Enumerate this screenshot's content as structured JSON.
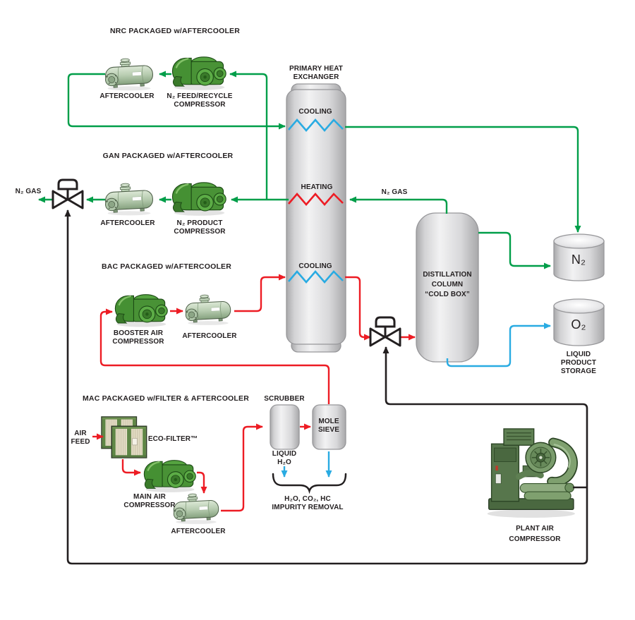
{
  "colors": {
    "line_green": "#009E49",
    "line_red": "#ED1C24",
    "line_blue": "#29ABE2",
    "line_black": "#231F20",
    "vessel_light": "#F2F2F3",
    "vessel_dark": "#A8A8AA",
    "machine_green": "#499236",
    "aftercooler_sage": "#AFC6A9"
  },
  "sections": {
    "nrc": {
      "title": "NRC PACKAGED w/AFTERCOOLER",
      "aftercooler": "AFTERCOOLER",
      "compressor": "N₂ FEED/RECYCLE\nCOMPRESSOR"
    },
    "gan": {
      "title": "GAN PACKAGED w/AFTERCOOLER",
      "aftercooler": "AFTERCOOLER",
      "compressor": "N₂ PRODUCT\nCOMPRESSOR",
      "n2_gas_out": "N₂ GAS"
    },
    "bac": {
      "title": "BAC PACKAGED w/AFTERCOOLER",
      "compressor": "BOOSTER AIR\nCOMPRESSOR",
      "aftercooler": "AFTERCOOLER"
    },
    "mac": {
      "title": "MAC PACKAGED w/FILTER & AFTERCOOLER",
      "air_feed": "AIR\nFEED",
      "filter": "ECO-FILTER™",
      "compressor": "MAIN AIR\nCOMPRESSOR",
      "aftercooler": "AFTERCOOLER"
    }
  },
  "heat_exchanger": {
    "title": "PRIMARY HEAT\nEXCHANGER",
    "zone_top": "COOLING",
    "zone_mid": "HEATING",
    "zone_bottom": "COOLING",
    "n2_gas_in": "N₂ GAS"
  },
  "purification": {
    "scrubber": "SCRUBBER",
    "mole_sieve": "MOLE\nSIEVE",
    "liquid_h2o": "LIQUID\nH₂O",
    "impurity_removal": "H₂O, CO₂, HC\nIMPURITY REMOVAL"
  },
  "cold_box": {
    "label": "DISTILLATION\nCOLUMN\n“COLD BOX”"
  },
  "storage": {
    "n2": "N₂",
    "o2": "O₂",
    "caption": "LIQUID\nPRODUCT\nSTORAGE"
  },
  "plant_air": {
    "label": "PLANT AIR\nCOMPRESSOR"
  }
}
